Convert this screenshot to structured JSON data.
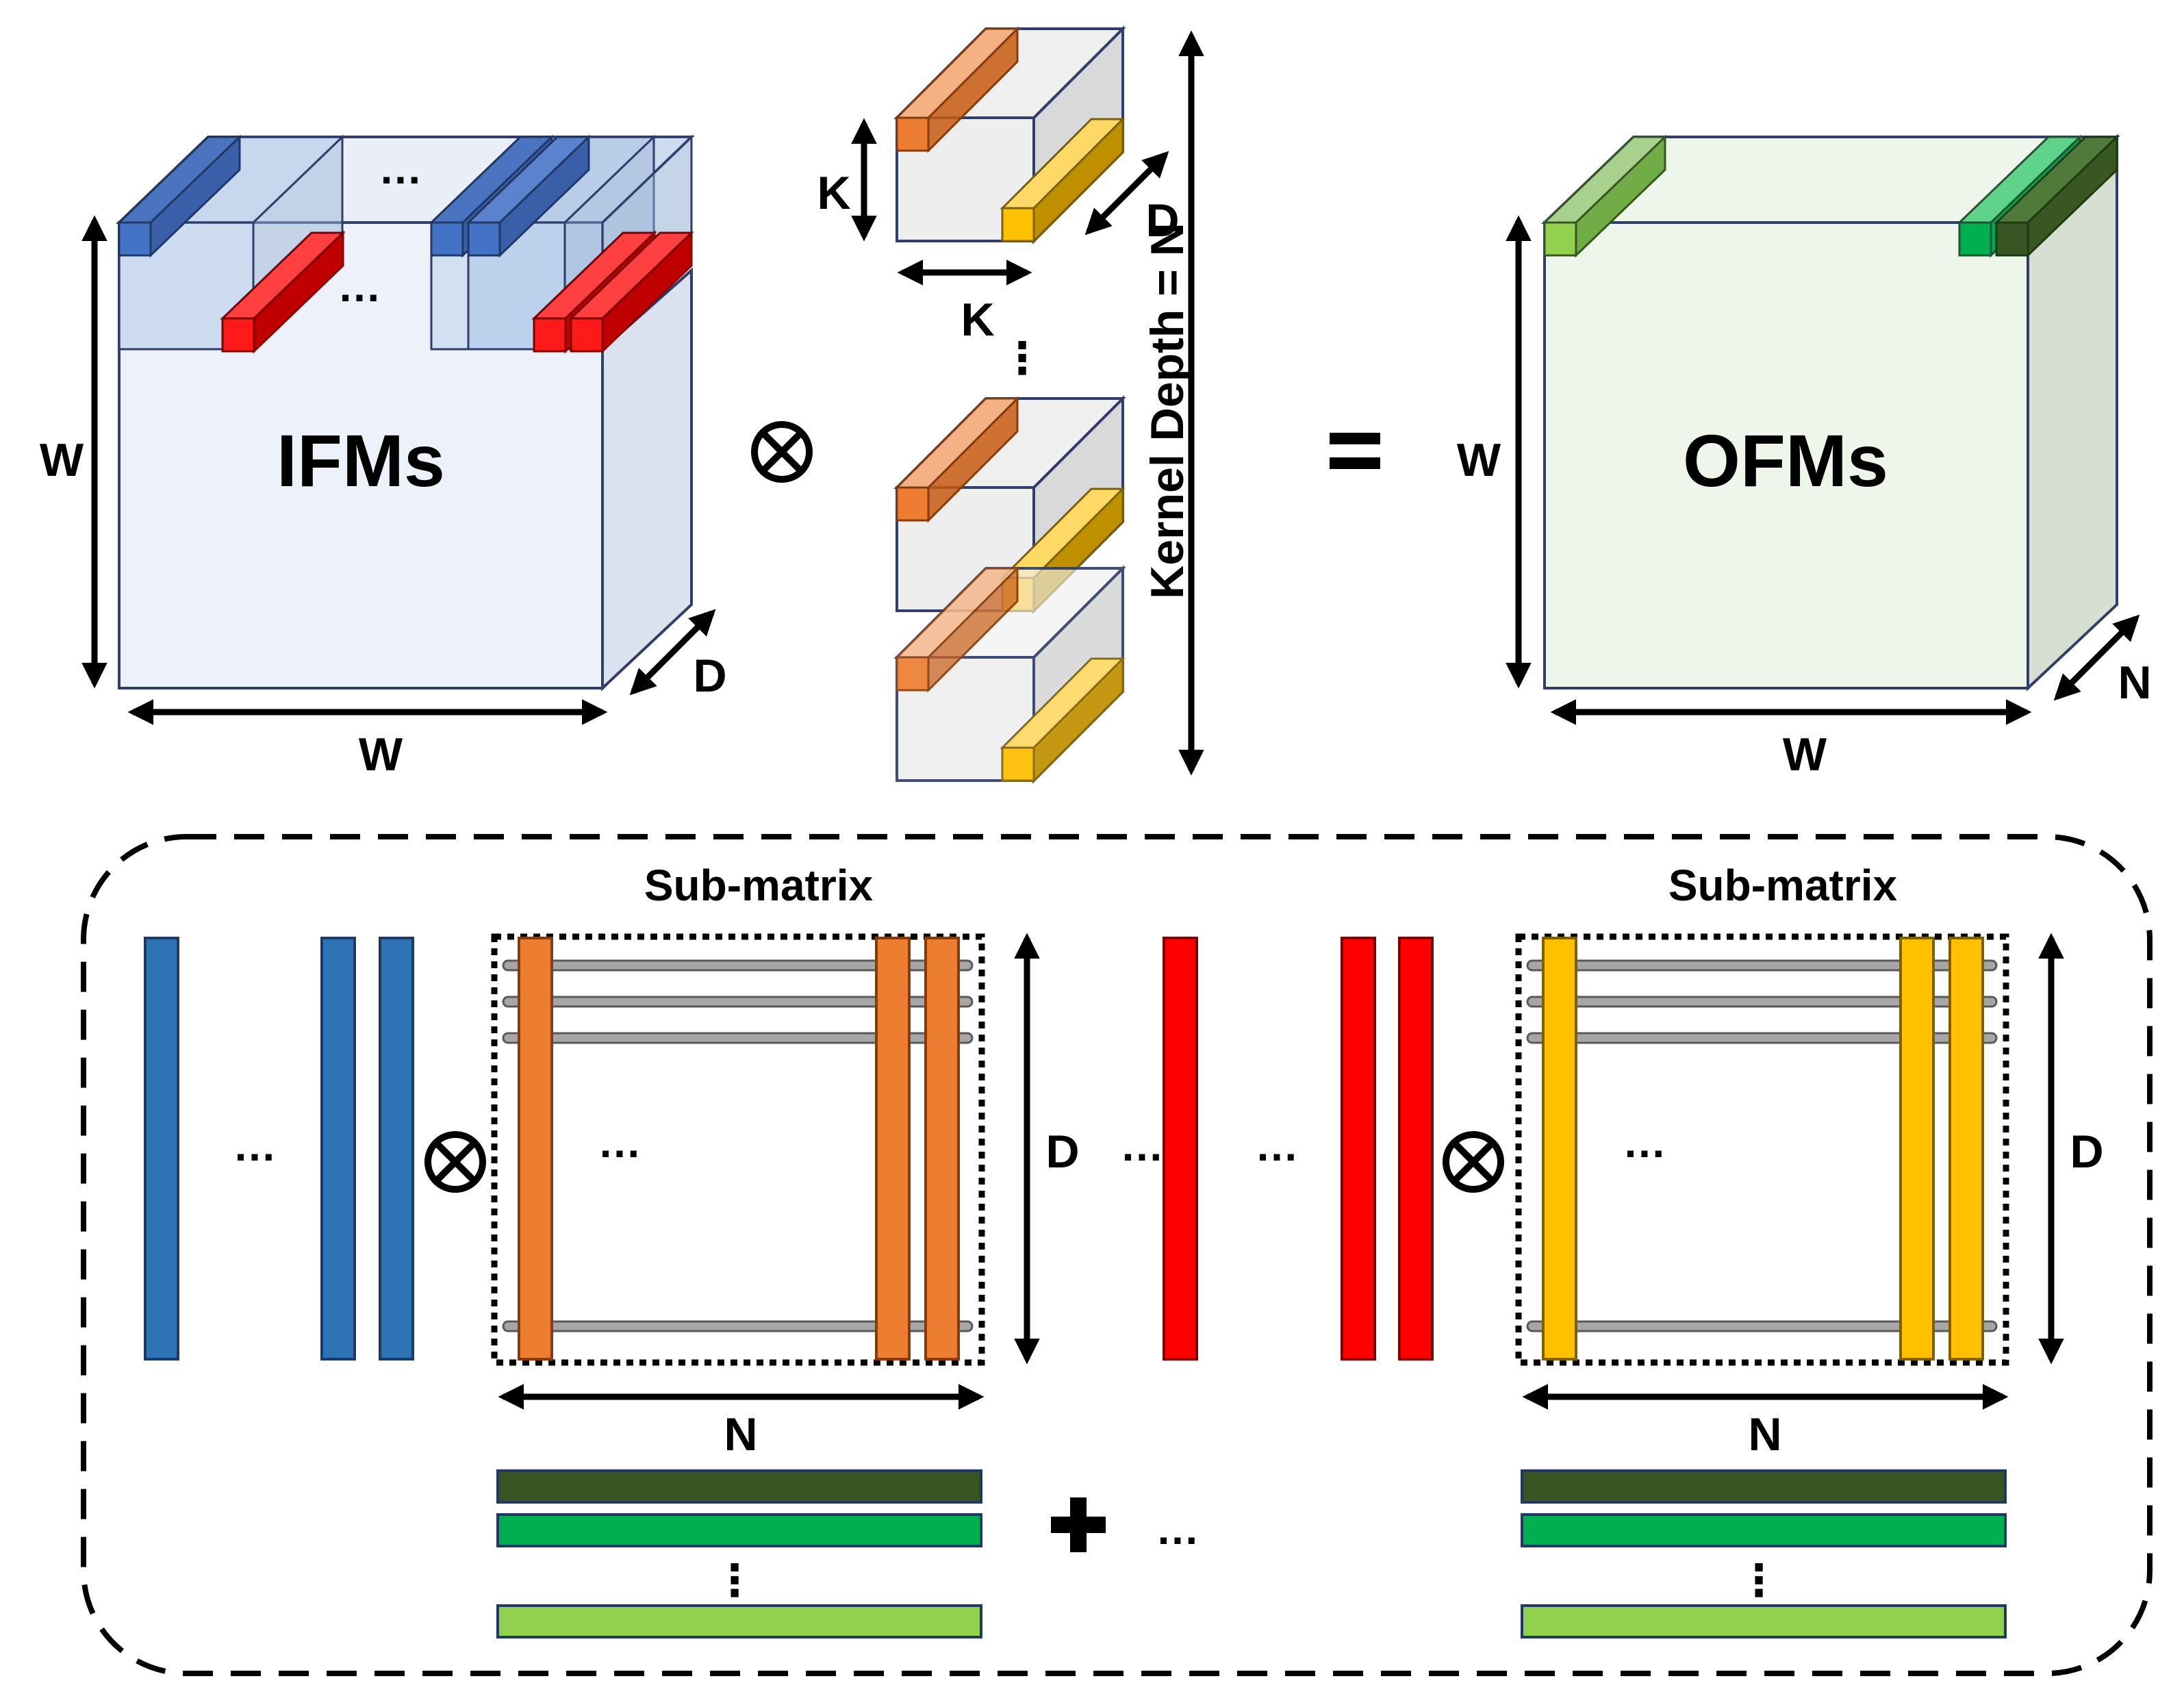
{
  "ifm": {
    "title": "IFMs",
    "height_label": "W",
    "width_label": "W",
    "depth_label": "D",
    "top_dots": "…",
    "mid_dots": "…"
  },
  "ops": {
    "multiply": "⊗",
    "equals": "=",
    "plus": "✚"
  },
  "kernels": {
    "k_height_label": "K",
    "k_width_label": "K",
    "k_depth_label": "D",
    "stack_dots": "⋮",
    "depth_axis_label": "Kernel Depth = N"
  },
  "ofm": {
    "title": "OFMs",
    "height_label": "W",
    "width_label": "W",
    "depth_label": "N"
  },
  "bottom": {
    "left": {
      "submatrix_label": "Sub-matrix",
      "row_dots": "…",
      "inner_dots": "…",
      "height_label": "D",
      "width_label": "N"
    },
    "right": {
      "submatrix_label": "Sub-matrix",
      "row_dots": "…",
      "inner_dots": "…",
      "height_label": "D",
      "width_label": "N"
    },
    "between_dots_a": "…",
    "between_dots_b": "…",
    "sum_dots": "…",
    "stack_dots_left": "⋮",
    "stack_dots_right": "⋮"
  },
  "colors": {
    "blue": "#2e74b5",
    "red": "#ff0000",
    "orange": "#ed7d31",
    "yellow": "#ffc000",
    "green_dark": "#375623",
    "green_mid": "#00b050",
    "green_light": "#92d050",
    "ifm_face": "#dae3f3",
    "ofm_face": "#e2f0d9"
  }
}
